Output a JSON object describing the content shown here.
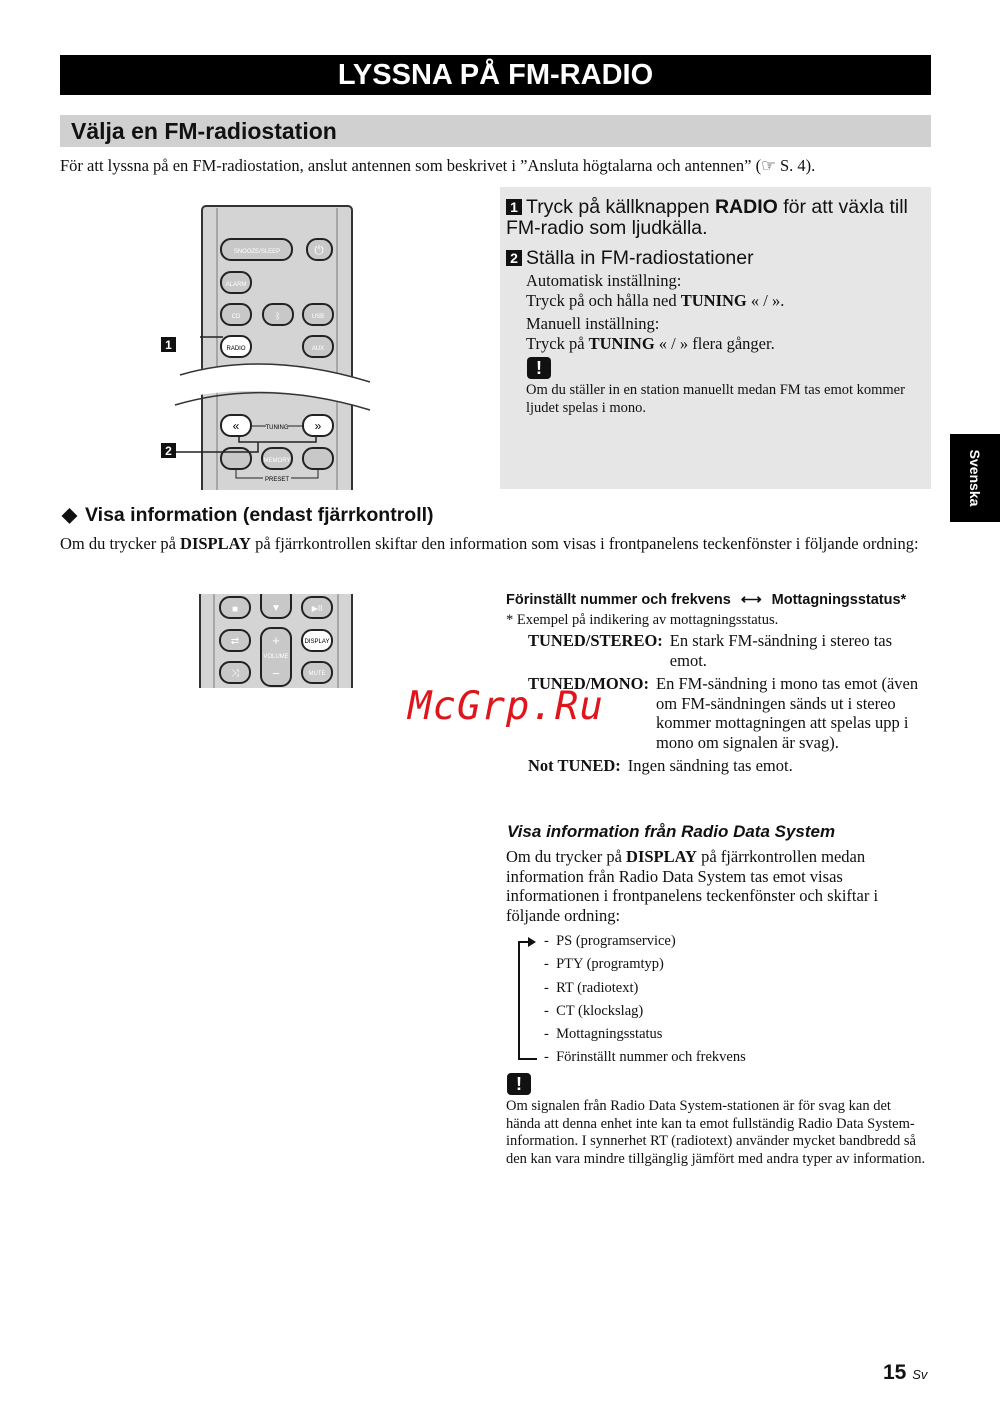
{
  "header": {
    "title": "LYSSNA PÅ FM-RADIO",
    "section_title": "Välja en FM-radiostation"
  },
  "intro": "För att lyssna på en FM-radiostation, anslut antennen som beskrivet i ”Ansluta högtalarna och antennen” (☞ S. 4).",
  "remote1": {
    "callouts": [
      "1",
      "2"
    ],
    "buttons": {
      "snooze": "SNOOZE/SLEEP",
      "alarm": "ALARM",
      "cd": "CD",
      "usb": "USB",
      "radio": "RADIO",
      "aux": "AUX",
      "tuning": "TUNING",
      "memory": "MEMORY",
      "preset": "PRESET"
    }
  },
  "steps": {
    "step1": {
      "num": "1",
      "pre": "Tryck på källknappen ",
      "bold": "RADIO",
      "post": " för att växla till FM-radio som ljudkälla."
    },
    "step2": {
      "num": "2",
      "title": "Ställa in FM-radiostationer",
      "auto_label": "Automatisk inställning:",
      "auto_pre": "Tryck på och hålla ned ",
      "auto_bold": "TUNING",
      "auto_post": " « / ».",
      "manual_label": "Manuell inställning:",
      "manual_pre": "Tryck på ",
      "manual_bold": "TUNING",
      "manual_post": " « / » flera gånger."
    },
    "warning_icon": "!",
    "note": "Om du ställer in en station manuellt medan FM tas emot kommer ljudet spelas i mono."
  },
  "side_tab": "Svenska",
  "info": {
    "heading": "Visa information (endast fjärrkontroll)",
    "para_pre": "Om du trycker på ",
    "para_bold": "DISPLAY",
    "para_post": " på fjärrkontrollen skiftar den information som visas i frontpanelens teckenfönster i följande ordning:",
    "remote2": {
      "display": "DISPLAY",
      "volume": "VOLUME",
      "mute": "MUTE"
    },
    "toggle_left": "Förinställt nummer och frekvens",
    "toggle_right": "Mottagningsstatus*",
    "footnote": "* Exempel på indikering av mottagningsstatus.",
    "statuses": [
      {
        "term": "TUNED/STEREO:",
        "desc": "En stark FM-sändning i stereo tas emot."
      },
      {
        "term": "TUNED/MONO:",
        "desc": "En FM-sändning i mono tas emot (även om FM-sändningen sänds ut i stereo kommer mottagningen att spelas upp i mono om signalen är svag)."
      },
      {
        "term": "Not TUNED:",
        "desc": "Ingen sändning tas emot."
      }
    ]
  },
  "watermark": "McGrp.Ru",
  "rds": {
    "heading": "Visa information från Radio Data System",
    "para_pre": "Om du trycker på ",
    "para_bold": "DISPLAY",
    "para_post": " på fjärrkontrollen medan information från Radio Data System tas emot visas informationen i frontpanelens teckenfönster och skiftar i följande ordning:",
    "items": [
      "PS (programservice)",
      "PTY (programtyp)",
      "RT (radiotext)",
      "CT (klockslag)",
      "Mottagningsstatus",
      "Förinställt nummer och frekvens"
    ],
    "warning_icon": "!",
    "note": "Om signalen från Radio Data System-stationen är för svag kan det hända att denna enhet inte kan ta emot fullständig Radio Data System-information. I synnerhet RT (radiotext) använder mycket bandbredd så den kan vara mindre tillgänglig jämfört med andra typer av information."
  },
  "footer": {
    "page": "15",
    "lang": "Sv"
  }
}
